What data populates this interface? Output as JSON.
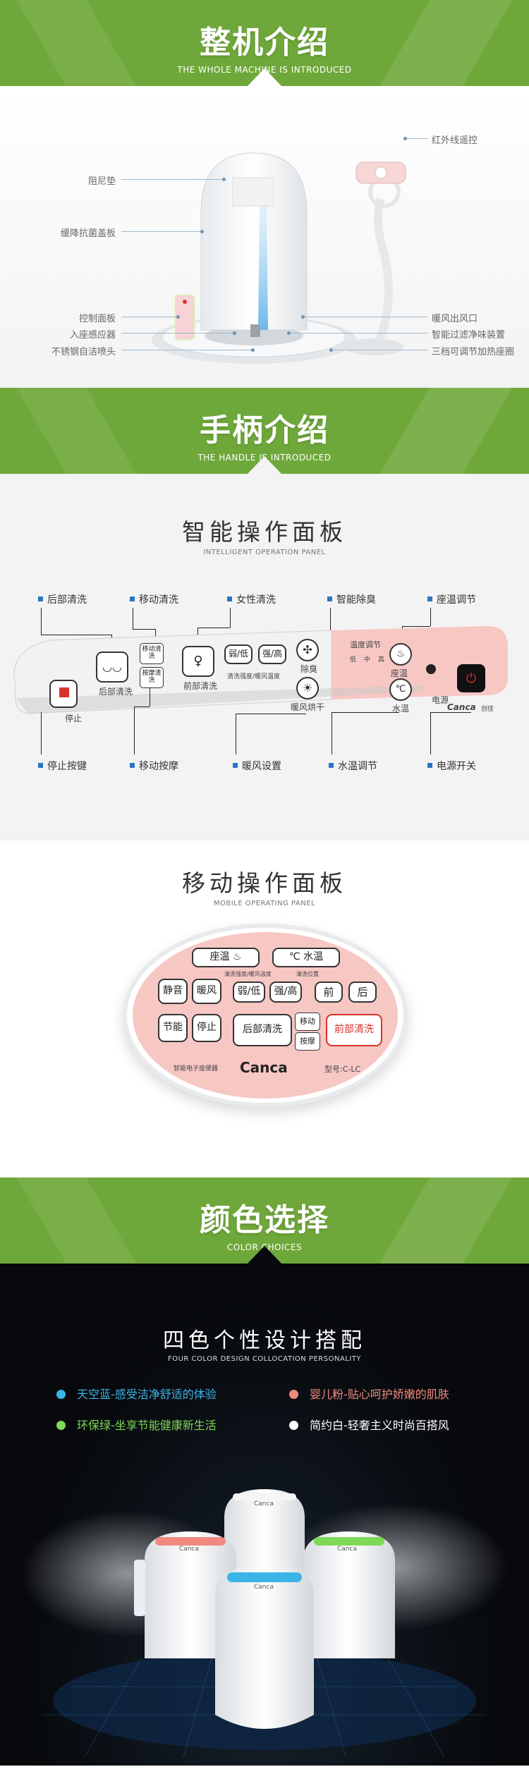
{
  "section1": {
    "title": "整机介绍",
    "subtitle": "THE WHOLE MACHINE IS INTRODUCED",
    "labels_left": [
      "阻尼垫",
      "缓降抗菌盖板",
      "控制面板",
      "入座感应器",
      "不锈钢自洁喷头"
    ],
    "labels_right": [
      "红外线遥控",
      "暖风出风口",
      "智能过滤净味装置",
      "三档可调节加热座圈"
    ]
  },
  "section2": {
    "title": "手柄介绍",
    "subtitle": "THE HANDLE IS INTRODUCED",
    "panel_title": "智能操作面板",
    "panel_subtitle": "INTELLIGENT OPERATION PANEL",
    "top_labels": [
      "后部清洗",
      "移动清洗",
      "女性清洗",
      "智能除臭",
      "座温调节"
    ],
    "bottom_labels": [
      "停止按键",
      "移动按摩",
      "暖风设置",
      "水温调节",
      "电源开关"
    ],
    "buttons": {
      "stop": "停止",
      "rear": "后部清洗",
      "move_wash": "移动清洗",
      "move_massage": "按摩清洗",
      "front": "前部清洗",
      "weak": "弱/低",
      "strong": "强/高",
      "strength_caption": "清洗强度/暖风温度",
      "deodor": "除臭",
      "dryer": "暖风烘干",
      "temp_title": "温度调节",
      "levels": [
        "低",
        "中",
        "高"
      ],
      "seat": "座温",
      "water": "水温",
      "power": "电源",
      "brand": "Canca",
      "brand_cn": "创佳"
    }
  },
  "section3": {
    "title": "移动操作面板",
    "subtitle": "MOBILE OPERATING PANEL",
    "buttons": {
      "seat": "座温",
      "water": "水温",
      "seat_caption": "清洗强度/暖风温度",
      "water_caption": "清洗位置",
      "mute": "静音",
      "warm": "暖风",
      "weak": "弱/低",
      "strong": "强/高",
      "front_pos": "前",
      "back_pos": "后",
      "eco": "节能",
      "stop": "停止",
      "rear": "后部清洗",
      "move": "移动",
      "massage": "按摩",
      "front_wash": "前部清洗",
      "brand_small": "智能电子座便器",
      "brand": "Canca",
      "model": "型号:C-LC"
    }
  },
  "section4": {
    "title": "颜色选择",
    "subtitle": "COLOR CHOICES",
    "heading": "四色个性设计搭配",
    "heading_en": "FOUR COLOR DESIGN COLLOCATION PERSONALITY",
    "colors": [
      {
        "label": "天空蓝-感受洁净舒适的体验",
        "color": "#3cb4e8"
      },
      {
        "label": "婴儿粉-贴心呵护娇嫩的肌肤",
        "color": "#f08a80"
      },
      {
        "label": "环保绿-坐享节能健康新生活",
        "color": "#7ed957"
      },
      {
        "label": "简约白-轻奢主义时尚百搭风",
        "color": "#ffffff"
      }
    ],
    "lid_brand": "Canca"
  },
  "colors": {
    "banner_green": "#6fa83a",
    "accent_blue": "#2b73c6",
    "panel_pink": "#f7c7c4",
    "power_red": "#d8332a"
  }
}
